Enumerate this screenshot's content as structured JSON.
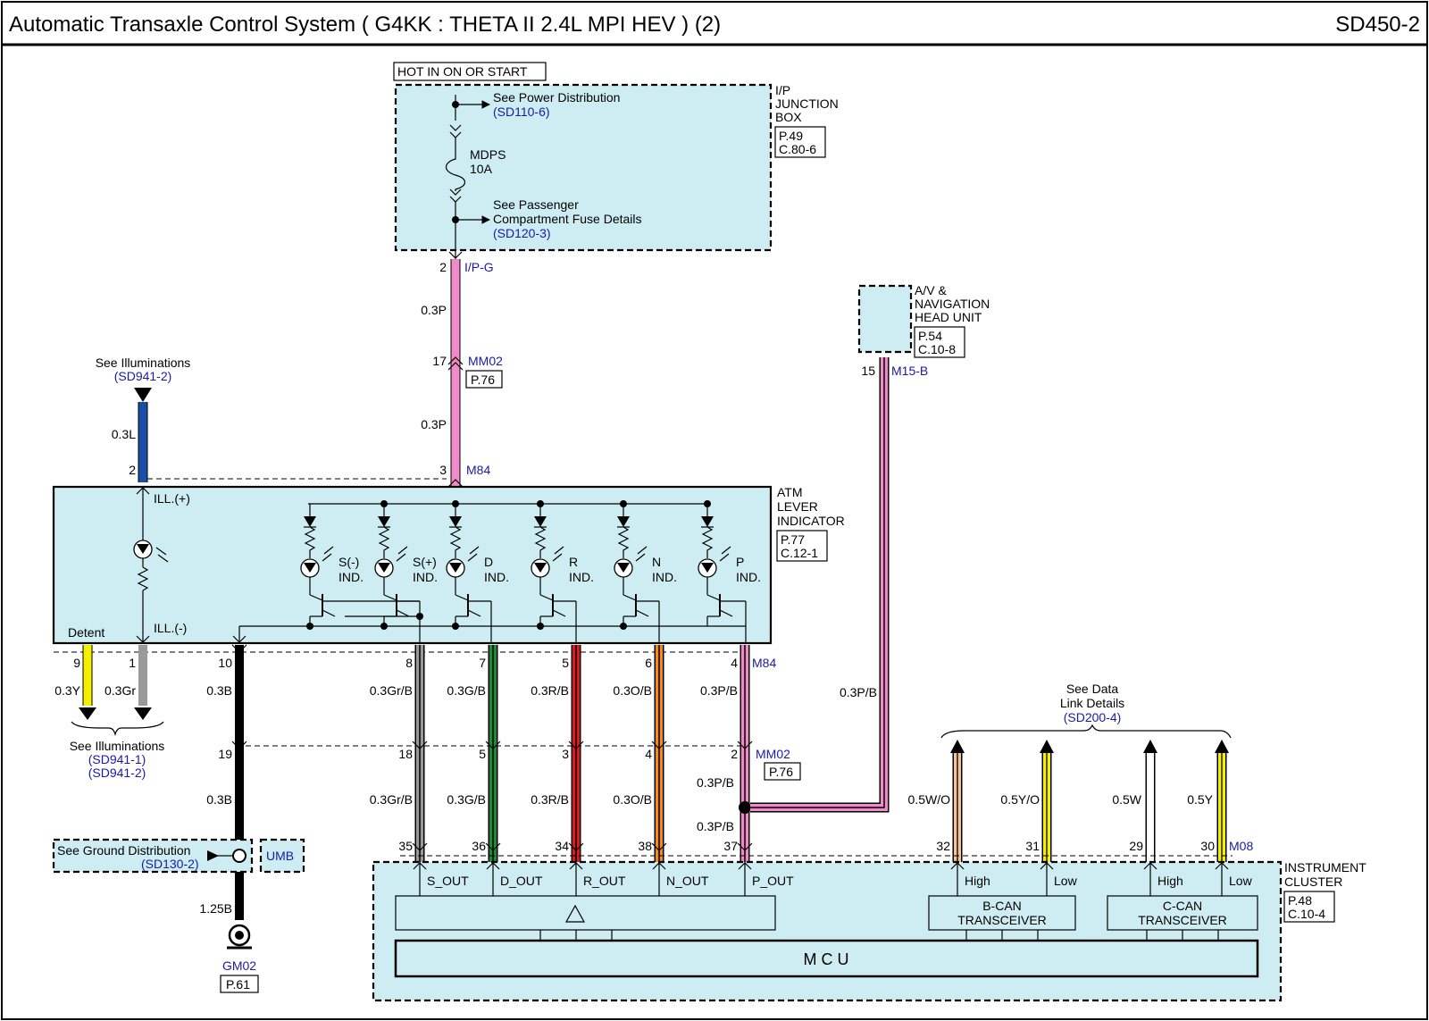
{
  "header": {
    "title": "Automatic Transaxle Control System (     G4KK : THETA II 2.4L MPI HEV ) (2)",
    "code": "SD450-2"
  },
  "colors": {
    "component_fill": "#cdedf3",
    "pink": "#f08ac8",
    "blue": "#1a4fa8",
    "yellow": "#f5f000",
    "gray": "#9a9a9a",
    "green": "#1e8a3a",
    "red": "#e01a1a",
    "orange": "#f28a1e",
    "black": "#000000",
    "ref_text": "#1a1aa6"
  },
  "junction_box": {
    "hot_label": "HOT IN ON OR START",
    "name_lines": [
      "I/P",
      "JUNCTION",
      "BOX"
    ],
    "page": "P.49",
    "conn": "C.80-6",
    "power_dist": "See Power Distribution",
    "power_dist_ref": "(SD110-6)",
    "fuse_name": "MDPS",
    "fuse_rating": "10A",
    "passenger_line1": "See Passenger",
    "passenger_line2": "Compartment Fuse Details",
    "passenger_ref": "(SD120-3)",
    "pin": "2",
    "connector": "I/P-G"
  },
  "pink_wire": {
    "size1": "0.3P",
    "mm02_pin": "17",
    "mm02": "MM02",
    "mm02_page": "P.76",
    "size2": "0.3P",
    "m84_pin": "3",
    "m84": "M84"
  },
  "illum_top": {
    "label": "See Illuminations",
    "ref": "(SD941-2)",
    "size": "0.3L",
    "pin": "2"
  },
  "atm": {
    "name_lines": [
      "ATM",
      "LEVER",
      "INDICATOR"
    ],
    "page": "P.77",
    "conn": "C.12-1",
    "ill_plus": "ILL.(+)",
    "ill_minus": "ILL.(-)",
    "detent": "Detent",
    "indicators": [
      {
        "l1": "S(-)",
        "l2": "IND."
      },
      {
        "l1": "S(+)",
        "l2": "IND."
      },
      {
        "l1": "D",
        "l2": "IND."
      },
      {
        "l1": "R",
        "l2": "IND."
      },
      {
        "l1": "N",
        "l2": "IND."
      },
      {
        "l1": "P",
        "l2": "IND."
      }
    ]
  },
  "bottom_pins": {
    "detent_pin": "9",
    "detent_size": "0.3Y",
    "ill_pin": "1",
    "ill_size": "0.3Gr",
    "gnd_pin": "10",
    "gnd_size": "0.3B",
    "s_pin": "8",
    "s_size": "0.3Gr/B",
    "d_pin": "7",
    "d_size": "0.3G/B",
    "r_pin": "5",
    "r_size": "0.3R/B",
    "n_pin": "6",
    "n_size": "0.3O/B",
    "p_pin": "4",
    "p_size": "0.3P/B",
    "m84": "M84"
  },
  "illum_bottom": {
    "label": "See Illuminations",
    "ref1": "(SD941-1)",
    "ref2": "(SD941-2)"
  },
  "mm02_row": {
    "gnd_pin": "19",
    "s_pin": "18",
    "d_pin": "5",
    "r_pin": "3",
    "n_pin": "4",
    "p_pin": "2",
    "name": "MM02",
    "page": "P.76",
    "gnd_size": "0.3B",
    "s_size": "0.3Gr/B",
    "d_size": "0.3G/B",
    "r_size": "0.3R/B",
    "n_size": "0.3O/B",
    "p_size1": "0.3P/B",
    "p_size2": "0.3P/B"
  },
  "ground": {
    "label": "See Ground Distribution",
    "ref": "(SD130-2)",
    "umb": "UMB",
    "size": "1.25B",
    "name": "GM02",
    "page": "P.61"
  },
  "av_unit": {
    "name_lines": [
      "A/V &",
      "NAVIGATION",
      "HEAD UNIT"
    ],
    "page": "P.54",
    "conn": "C.10-8",
    "pin": "15",
    "connector": "M15-B",
    "size": "0.3P/B"
  },
  "data_link": {
    "l1": "See Data",
    "l2": "Link Details",
    "ref": "(SD200-4)",
    "w32": "0.5W/O",
    "w31": "0.5Y/O",
    "w29": "0.5W",
    "w30": "0.5Y"
  },
  "cluster": {
    "name_lines": [
      "INSTRUMENT",
      "CLUSTER"
    ],
    "page": "P.48",
    "conn": "C.10-4",
    "pins": [
      "35",
      "36",
      "34",
      "38",
      "37",
      "32",
      "31",
      "29",
      "30"
    ],
    "connector": "M08",
    "outs": [
      "S_OUT",
      "D_OUT",
      "R_OUT",
      "N_OUT",
      "P_OUT"
    ],
    "high": "High",
    "low": "Low",
    "bcan1": "B-CAN",
    "bcan2": "TRANSCEIVER",
    "ccan1": "C-CAN",
    "ccan2": "TRANSCEIVER",
    "mcu": "M  C  U"
  }
}
